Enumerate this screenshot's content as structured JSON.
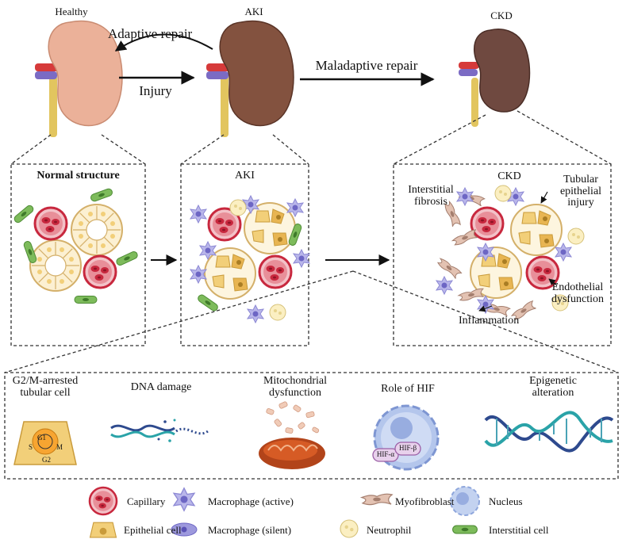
{
  "stages": {
    "healthy": "Healthy",
    "aki": "AKI",
    "ckd": "CKD"
  },
  "arrows": {
    "adaptive_repair": "Adaptive repair",
    "injury": "Injury",
    "maladaptive_repair": "Maladaptive repair"
  },
  "panels": {
    "normal": {
      "title": "Normal structure"
    },
    "aki": {
      "title": "AKI"
    },
    "ckd": {
      "title": "CKD",
      "interstitial_fibrosis": "Interstitial\nfibrosis",
      "tubular_injury": "Tubular\nepithelial\ninjury",
      "endothelial_dysfunction": "Endothelial\ndysfunction",
      "inflammation": "Inflammation"
    }
  },
  "mechanisms": [
    {
      "label": "G2/M-arrested\ntubular cell",
      "cycle": [
        "G1",
        "S",
        "M",
        "G2"
      ]
    },
    {
      "label": "DNA damage"
    },
    {
      "label": "Mitochondrial\ndysfunction"
    },
    {
      "label": "Role of HIF",
      "markers": [
        "HIF-α",
        "HIF-β"
      ]
    },
    {
      "label": "Epigenetic\nalteration"
    }
  ],
  "legend": [
    {
      "label": "Capillary",
      "icon": "capillary-icon"
    },
    {
      "label": "Macrophage (active)",
      "icon": "macrophage-active-icon"
    },
    {
      "label": "Myofibroblast",
      "icon": "myofibroblast-icon"
    },
    {
      "label": "Nucleus",
      "icon": "nucleus-icon"
    },
    {
      "label": "Epithelial cell",
      "icon": "epithelial-cell-icon"
    },
    {
      "label": "Macrophage (silent)",
      "icon": "macrophage-silent-icon"
    },
    {
      "label": "Neutrophil",
      "icon": "neutrophil-icon"
    },
    {
      "label": "Interstitial cell",
      "icon": "interstitial-cell-icon"
    }
  ],
  "colors": {
    "healthy_kidney": "#e8a98f",
    "aki_kidney": "#7c4a3f",
    "ckd_kidney": "#6e4a44",
    "capillary": "#d9334a",
    "tubule_border": "#d4b06a",
    "tubule_fill": "#f6e3b4",
    "macrophage": "#a8a6e0",
    "interstitial": "#6aa84f",
    "myofibroblast": "#d8b6a6",
    "dna_blue": "#2e4a8e",
    "dna_teal": "#2aa3a8"
  }
}
